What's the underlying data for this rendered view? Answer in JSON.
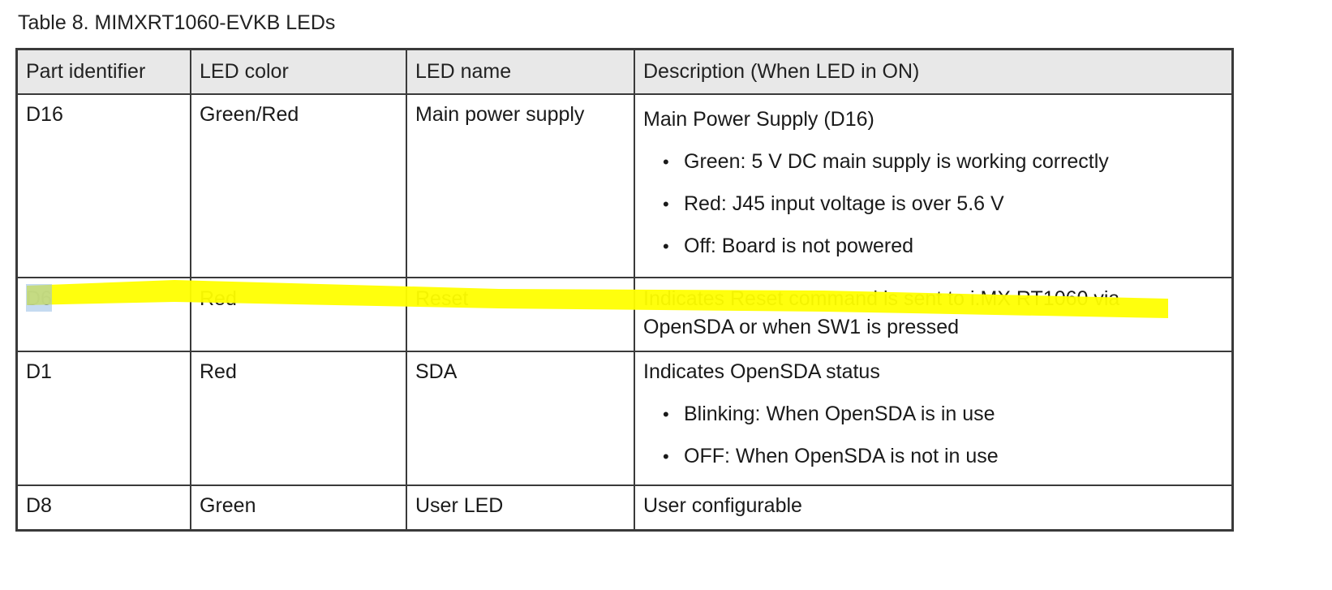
{
  "caption": "Table 8.  MIMXRT1060-EVKB LEDs",
  "colors": {
    "highlight": "#ffff00",
    "selection": "#a8c8ea",
    "border": "#3a3a3a",
    "header_bg": "#e8e8e8"
  },
  "table": {
    "headers": [
      "Part identifier",
      "LED color",
      "LED name",
      "Description (When LED in ON)"
    ],
    "rows": [
      {
        "part": "D16",
        "color": "Green/Red",
        "name": "Main power supply",
        "desc": "Main Power Supply (D16)",
        "bullets": [
          "Green: 5 V DC main supply is working correctly",
          "Red: J45 input voltage is over 5.6 V",
          "Off: Board is not powered"
        ]
      },
      {
        "part": "D6",
        "color": "Red",
        "name": "Reset",
        "desc_line1": "Indicates Reset command is sent to i.MX RT1060 via",
        "desc_line2": "OpenSDA or when SW1 is pressed"
      },
      {
        "part": "D1",
        "color": "Red",
        "name": "SDA",
        "desc": "Indicates OpenSDA status",
        "bullets": [
          "Blinking: When OpenSDA is in use",
          "OFF: When OpenSDA is not in use"
        ]
      },
      {
        "part": "D8",
        "color": "Green",
        "name": "User LED",
        "desc": "User configurable"
      }
    ]
  }
}
